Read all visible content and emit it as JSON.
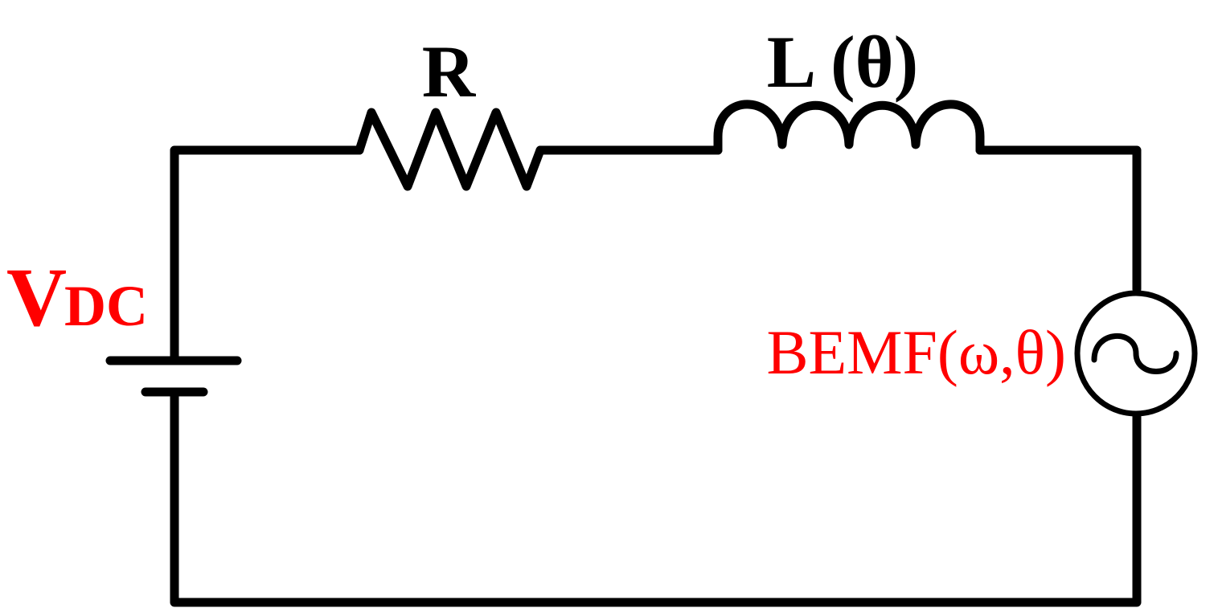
{
  "diagram": {
    "type": "circuit",
    "description": "Series RL circuit with DC source and back-EMF source",
    "components": {
      "source": {
        "label_main": "V",
        "label_sub": "DC",
        "symbol": "battery-icon",
        "color": "#ff0000"
      },
      "resistor": {
        "label": "R",
        "symbol": "resistor-icon",
        "color": "#000000"
      },
      "inductor": {
        "label": "L (θ)",
        "symbol": "inductor-icon",
        "color": "#000000"
      },
      "bemf": {
        "label": "BEMF(ω,θ)",
        "symbol": "ac-source-icon",
        "color": "#ff0000"
      }
    },
    "colors": {
      "wire": "#000000",
      "label_red": "#ff0000",
      "label_black": "#000000",
      "background": "#ffffff"
    }
  }
}
